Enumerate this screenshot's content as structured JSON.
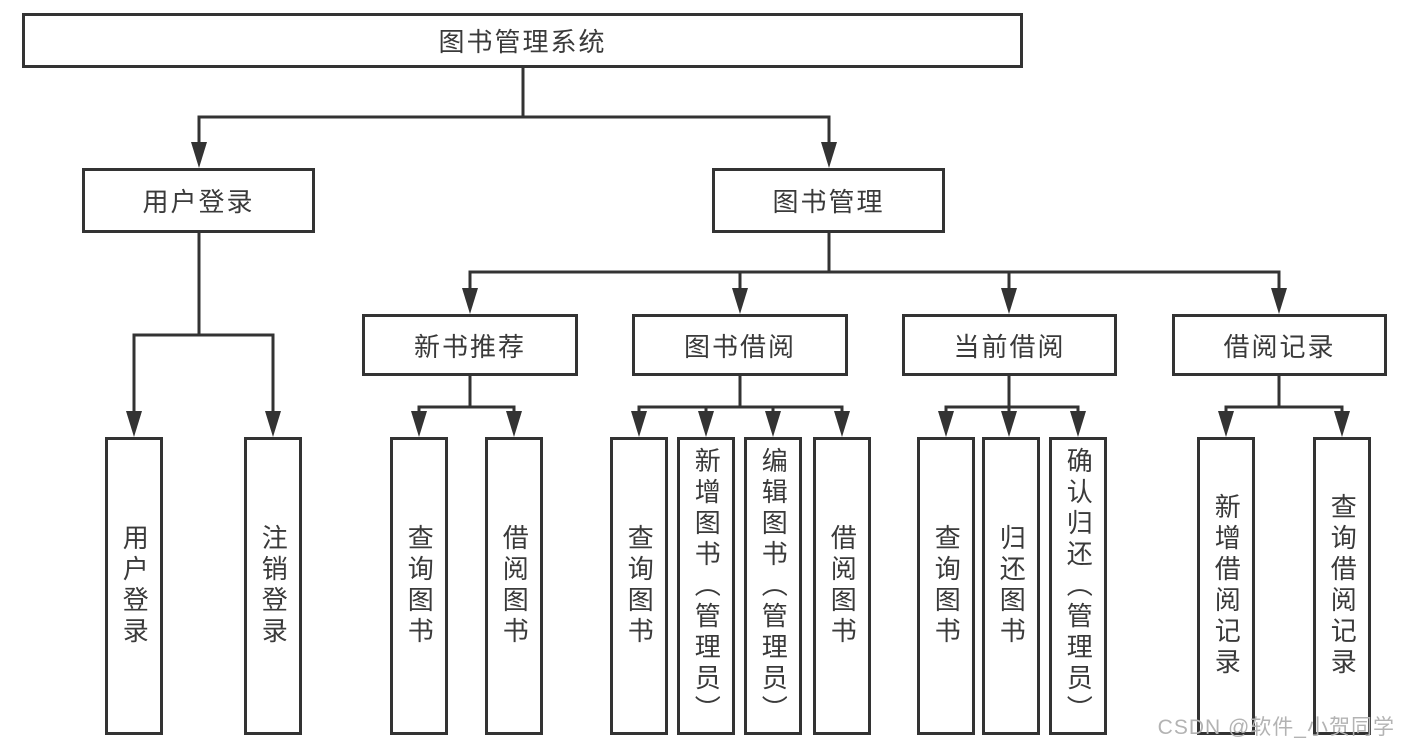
{
  "tree": {
    "root": {
      "label": "图书管理系统"
    },
    "branches": [
      {
        "label": "用户登录",
        "leaves": [
          {
            "label": "用户登录"
          },
          {
            "label": "注销登录"
          }
        ]
      },
      {
        "label": "图书管理",
        "groups": [
          {
            "label": "新书推荐",
            "leaves": [
              {
                "label": "查询图书"
              },
              {
                "label": "借阅图书"
              }
            ]
          },
          {
            "label": "图书借阅",
            "leaves": [
              {
                "label": "查询图书"
              },
              {
                "label": "新增图书（管理员）"
              },
              {
                "label": "编辑图书（管理员）"
              },
              {
                "label": "借阅图书"
              }
            ]
          },
          {
            "label": "当前借阅",
            "leaves": [
              {
                "label": "查询图书"
              },
              {
                "label": "归还图书"
              },
              {
                "label": "确认归还（管理员）"
              }
            ]
          },
          {
            "label": "借阅记录",
            "leaves": [
              {
                "label": "新增借阅记录"
              },
              {
                "label": "查询借阅记录"
              }
            ]
          }
        ]
      }
    ]
  },
  "watermark": {
    "text": "CSDN @软件_小贺同学"
  },
  "colors": {
    "line": "#333333",
    "box_border": "#333333",
    "text": "#3a3a3a",
    "watermark": "#b3b3b3",
    "background": "#ffffff"
  }
}
